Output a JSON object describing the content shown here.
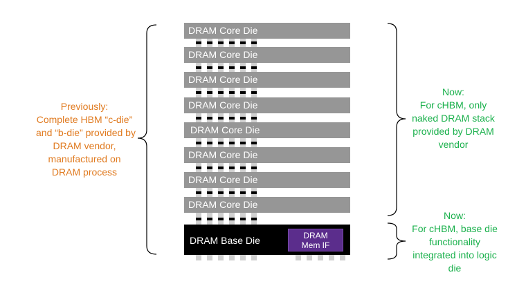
{
  "stack": {
    "core_dies": [
      {
        "label": "DRAM Core Die"
      },
      {
        "label": "DRAM Core Die"
      },
      {
        "label": "DRAM Core Die"
      },
      {
        "label": "DRAM Core Die"
      },
      {
        "label": "DRAM Core Die"
      },
      {
        "label": "DRAM Core Die"
      },
      {
        "label": "DRAM Core Die"
      },
      {
        "label": "DRAM Core Die"
      }
    ],
    "base_die": {
      "label": "DRAM Base Die",
      "mem_if_line1": "DRAM",
      "mem_if_line2": "Mem IF"
    }
  },
  "notes": {
    "left": {
      "lines": [
        "Previously:",
        "Complete HBM “c-die”",
        "and “b-die” provided by",
        "DRAM vendor,",
        "manufactured on",
        "DRAM process"
      ],
      "color": "#e07a1f"
    },
    "right_top": {
      "lines": [
        "Now:",
        "For cHBM, only",
        "naked DRAM stack",
        "provided by DRAM",
        "vendor"
      ],
      "color": "#19b04b"
    },
    "right_bottom": {
      "lines": [
        "Now:",
        "For cHBM, base die",
        "functionality",
        "integrated into logic",
        "die"
      ],
      "color": "#19b04b"
    }
  },
  "colors": {
    "core_die": "#969696",
    "base_die": "#000000",
    "mem_if": "#5b2d8c",
    "tsv_light": "#d0d0d0",
    "tsv_dark": "#000000"
  }
}
